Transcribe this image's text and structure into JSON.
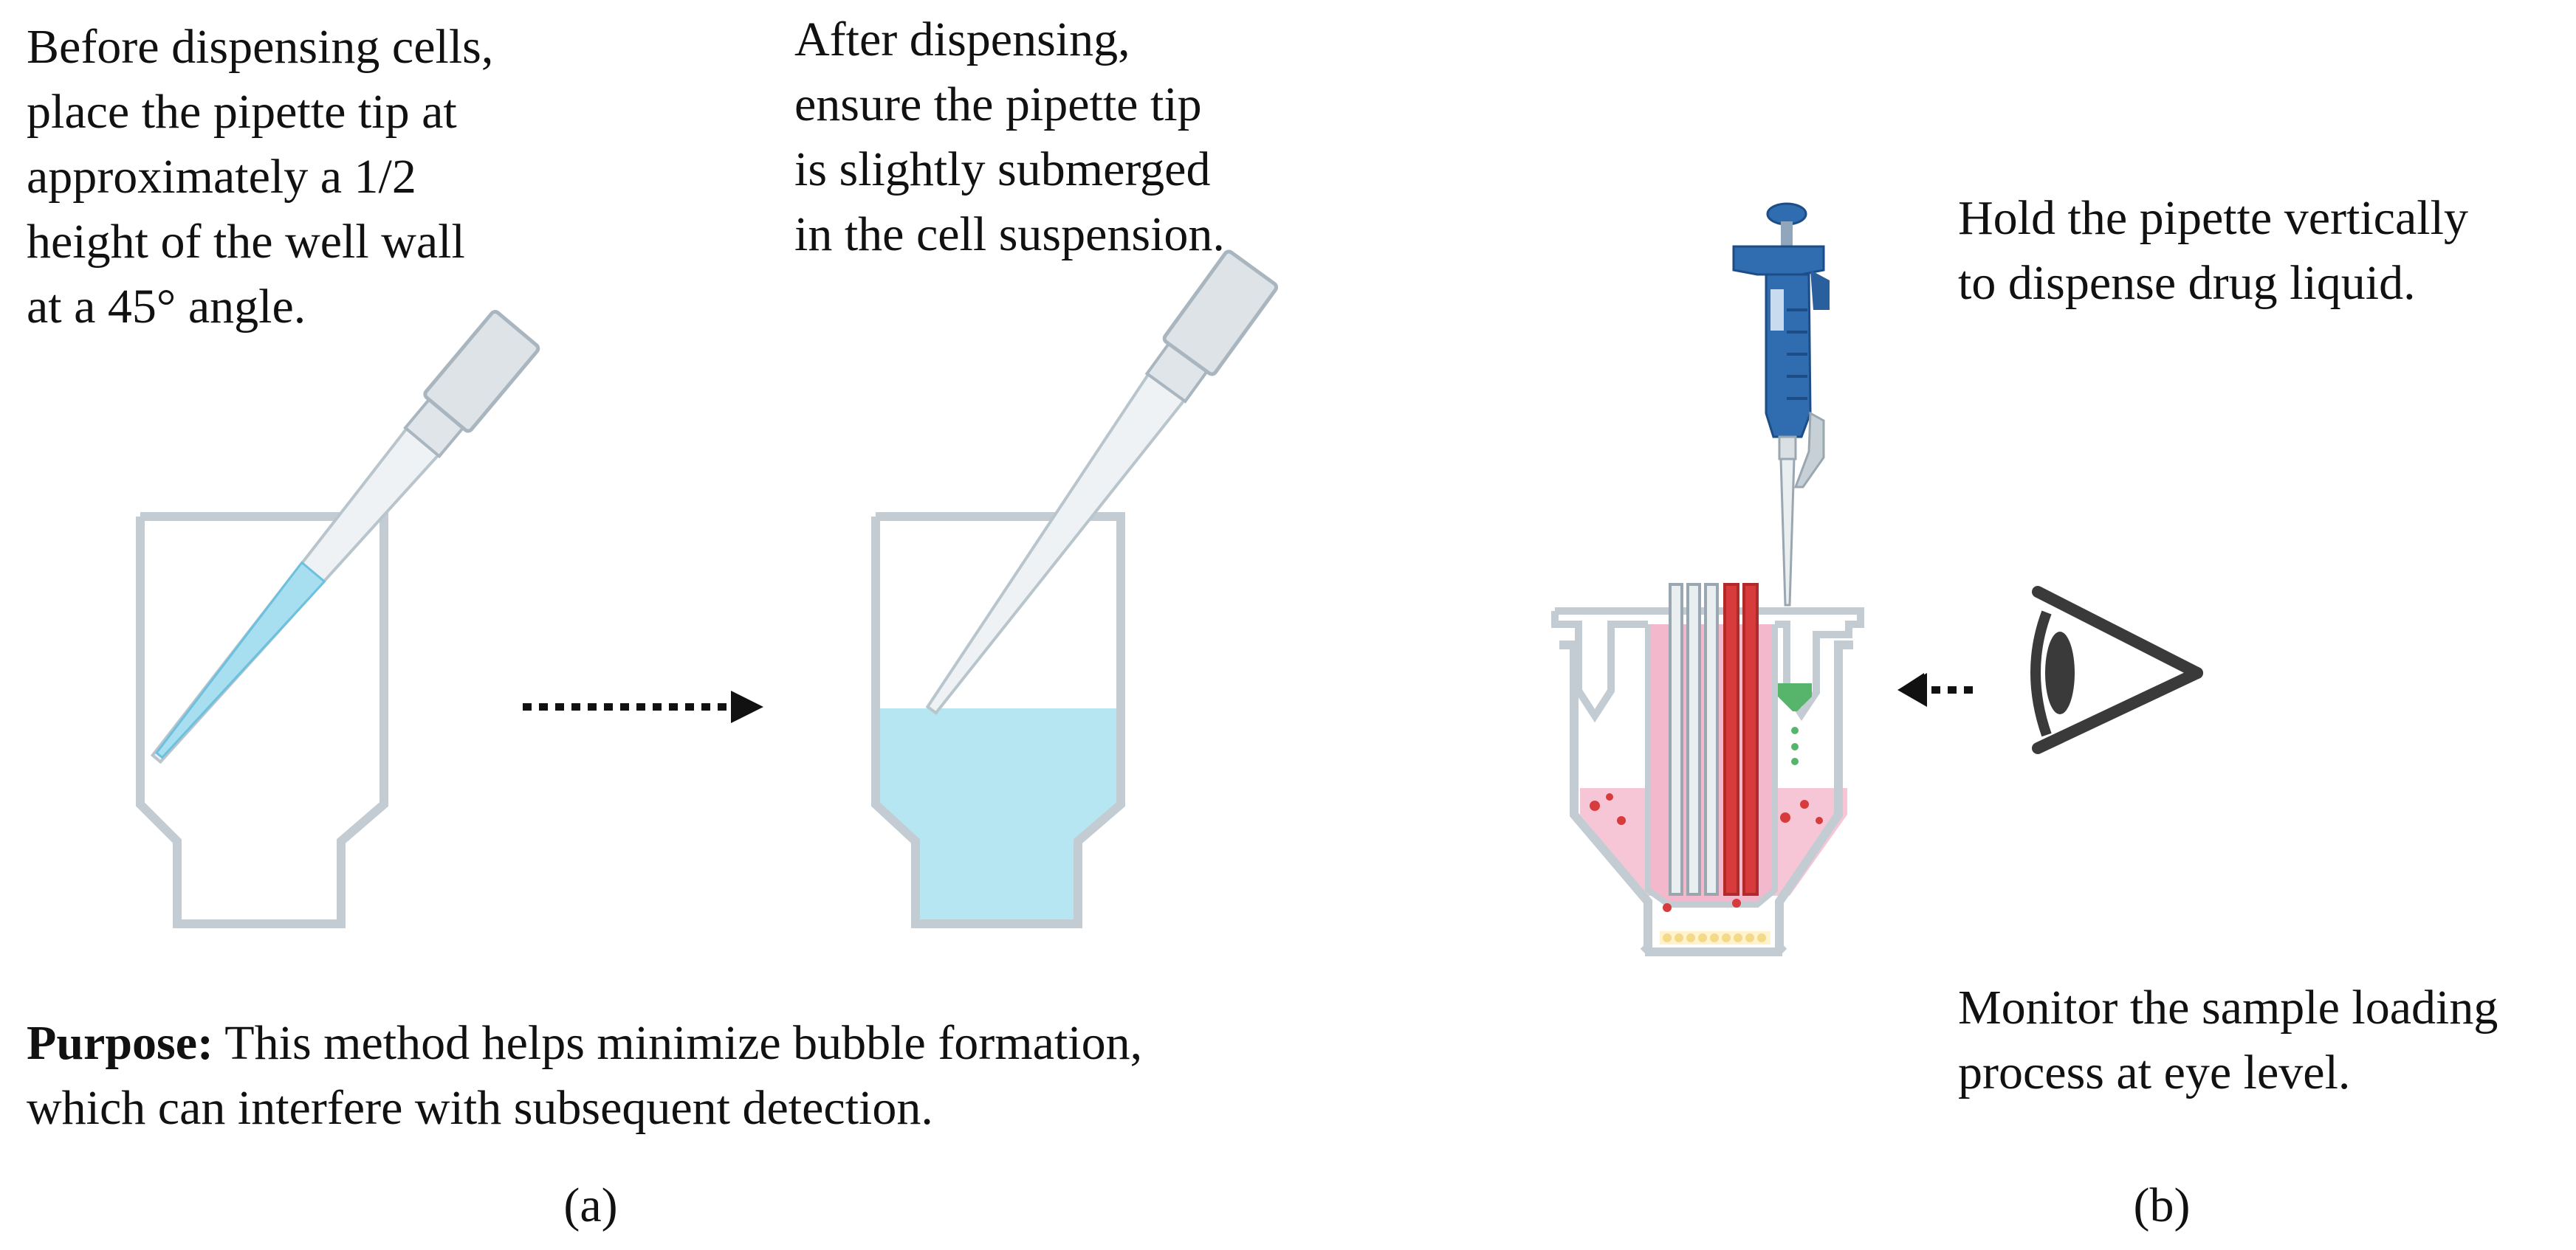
{
  "panel_a": {
    "before_text": [
      "Before dispensing cells,",
      "place the pipette tip at",
      "approximately a 1/2",
      "height of the well wall",
      "at a 45° angle."
    ],
    "after_text": [
      "After dispensing,",
      "ensure the pipette tip",
      "is slightly submerged",
      "in the cell suspension."
    ],
    "purpose_label": "Purpose:",
    "purpose_text_line1": " This method helps minimize bubble formation,",
    "purpose_text_line2": "which can interfere with subsequent detection.",
    "label": "(a)"
  },
  "panel_b": {
    "hold_text": [
      "Hold the pipette vertically",
      "to dispense drug liquid."
    ],
    "monitor_text": [
      "Monitor the sample loading",
      "process at eye level."
    ],
    "label": "(b)"
  },
  "colors": {
    "well_outline": "#c3ccd3",
    "liquid": "#b7e6f3",
    "pipette_body": "#eef2f4",
    "pipette_liquid": "#a7def0",
    "pipette_blue": "#2f6cb0",
    "red_tube": "#d83b3b",
    "pink_media": "#f6c6d6",
    "green_drop": "#56b56b"
  },
  "icons": [
    "dotted-arrow-right-icon",
    "dotted-arrow-left-icon",
    "eye-icon",
    "pipette-icon"
  ]
}
